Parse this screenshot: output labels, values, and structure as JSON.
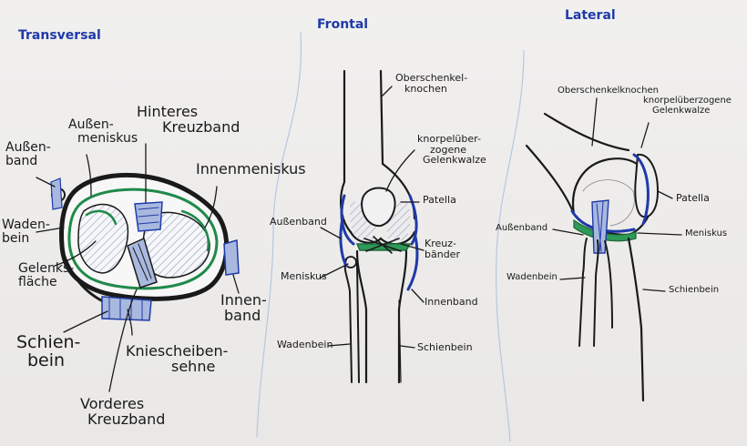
{
  "headings": {
    "transversal": "Transversal",
    "frontal": "Frontal",
    "lateral": "Lateral"
  },
  "transversal": {
    "aussenband": [
      "Außen-",
      "band"
    ],
    "aussenmeniskus": [
      "Außen-",
      "meniskus"
    ],
    "hinteres_kreuzband": [
      "Hinteres",
      "Kreuzband"
    ],
    "innenmeniskus": "Innenmeniskus",
    "wadenbein": [
      "Waden-",
      "bein"
    ],
    "gelenkflaeche": [
      "Gelenks-",
      "fläche"
    ],
    "schienbein": [
      "Schien-",
      "bein"
    ],
    "kniescheibensehne": [
      "Kniescheiben-",
      "sehne"
    ],
    "vorderes_kreuzband": [
      "Vorderes",
      "Kreuzband"
    ],
    "innenband": [
      "Innen-",
      "band"
    ]
  },
  "frontal": {
    "oberschenkelknochen": [
      "Oberschenkel-",
      "knochen"
    ],
    "gelenkwalze": [
      "knorpelüber-",
      "zogene",
      "Gelenkwalze"
    ],
    "patella": "Patella",
    "aussenband": "Außenband",
    "kreuzbaender": [
      "Kreuz-",
      "bänder"
    ],
    "meniskus": "Meniskus",
    "innenband": "Innenband",
    "wadenbein": "Wadenbein",
    "schienbein": "Schienbein"
  },
  "lateral": {
    "oberschenkelknochen": "Oberschenkelknochen",
    "gelenkwalze": [
      "knorpelüberzogene",
      "Gelenkwalze"
    ],
    "patella": "Patella",
    "aussenband": "Außenband",
    "meniskus": "Meniskus",
    "wadenbein": "Wadenbein",
    "schienbein": "Schienbein"
  },
  "colors": {
    "ink": "#1a1a1a",
    "blue": "#1f3aa8",
    "green": "#1f8a4a",
    "hatch": "#7f93c8",
    "board": "#ecebea"
  }
}
